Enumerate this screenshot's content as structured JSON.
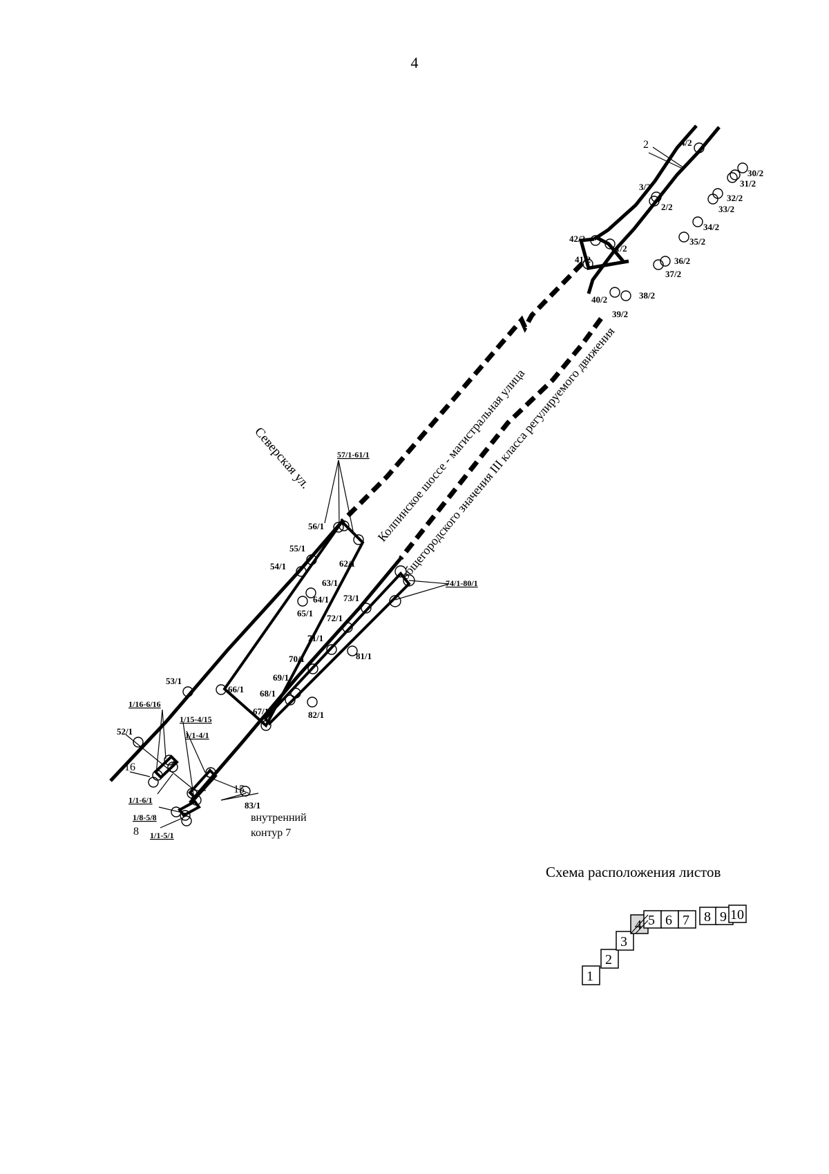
{
  "page_number": "4",
  "street_north": "Северская ул.",
  "road_line1": "Колпинское шоссе - магистральная улица",
  "road_line2": "общегородского значения III класса регулируемого движения",
  "contour_labels": {
    "c2": "2",
    "c16": "16",
    "c15": "15",
    "c8": "8",
    "inner_line1": "внутренний",
    "inner_line2": "контур 7"
  },
  "group_labels": {
    "g57_61": "57/1-61/1",
    "g74_80": "74/1-80/1",
    "g1_16_6_16": "1/16-6/16",
    "g1_15_4_15": "1/15-4/15",
    "g1_1_4_1": "1/1-4/1",
    "g1_1_6_1": "1/1-6/1",
    "g1_8_5_8": "1/8-5/8",
    "g1_1_5_1": "1/1-5/1"
  },
  "points": {
    "p4_2": "4/2",
    "p3_2": "3/2",
    "p2_2": "2/2",
    "p42_2": "42/2",
    "p1_2": "1/2",
    "p41_2": "41/2",
    "p40_2": "40/2",
    "p39_2": "39/2",
    "p38_2": "38/2",
    "p37_2": "37/2",
    "p36_2": "36/2",
    "p35_2": "35/2",
    "p34_2": "34/2",
    "p33_2": "33/2",
    "p32_2": "32/2",
    "p31_2": "31/2",
    "p30_2": "30/2",
    "p56_1": "56/1",
    "p55_1": "55/1",
    "p54_1": "54/1",
    "p62_1": "62/1",
    "p63_1": "63/1",
    "p64_1": "64/1",
    "p65_1": "65/1",
    "p73_1": "73/1",
    "p72_1": "72/1",
    "p71_1": "71/1",
    "p70_1": "70/1",
    "p81_1": "81/1",
    "p69_1": "69/1",
    "p68_1": "68/1",
    "p66_1": "66/1",
    "p67_1": "67/1",
    "p82_1": "82/1",
    "p53_1": "53/1",
    "p52_1": "52/1",
    "p83_1": "83/1"
  },
  "schema": {
    "title": "Схема расположения листов",
    "sheets": [
      "1",
      "2",
      "3",
      "4",
      "5",
      "6",
      "7",
      "8",
      "9",
      "10"
    ],
    "current_sheet": "4"
  }
}
